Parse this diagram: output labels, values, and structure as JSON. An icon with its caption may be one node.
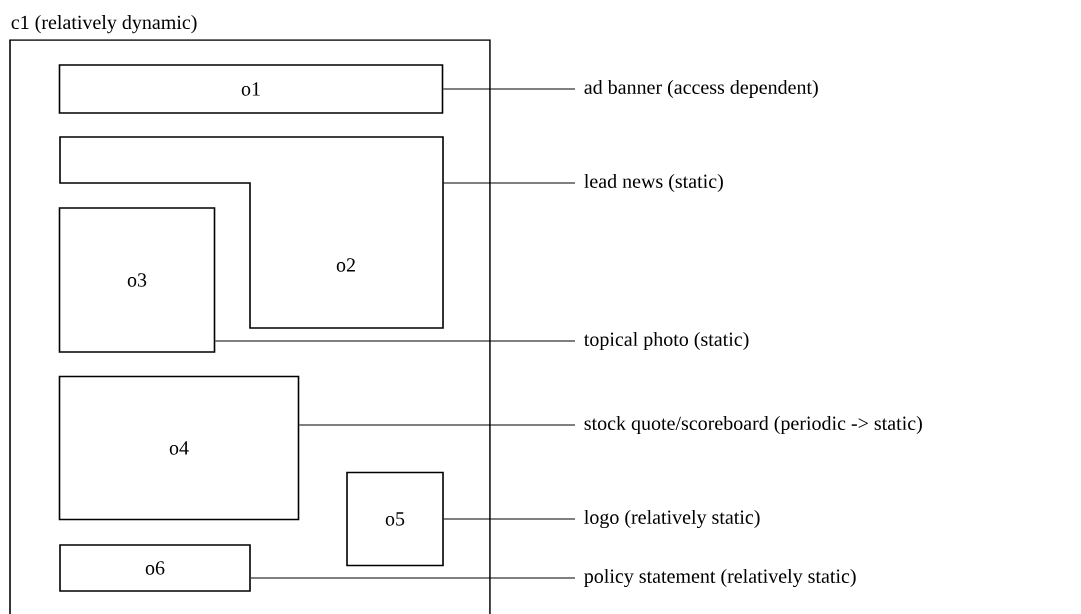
{
  "diagram": {
    "nodes": [
      {
        "text": [
          "c1 (relatively dynamic)"
        ]
      },
      {
        "text": [
          "o1"
        ],
        "in": 0
      },
      {
        "text": [
          "o2"
        ],
        "in": 0
      },
      {
        "text": [
          "o3"
        ],
        "in": 0
      },
      {
        "text": [
          "o4"
        ],
        "in": 0
      },
      {
        "text": [
          "o5"
        ],
        "in": 0
      },
      {
        "text": [
          "o6"
        ],
        "in": 0
      },
      {
        "text": [
          "ad banner (access dependent)"
        ]
      },
      {
        "text": [
          "lead news (static)"
        ]
      },
      {
        "text": [
          "topical photo (static)"
        ]
      },
      {
        "text": [
          "stock quote/scoreboard (periodic -> static)"
        ]
      },
      {
        "text": [
          "logo (relatively static)"
        ]
      },
      {
        "text": [
          "policy statement (relatively static)"
        ]
      }
    ],
    "edges": [
      {
        "from": 1,
        "to": 7,
        "arrow": "none"
      },
      {
        "from": 2,
        "to": 8,
        "arrow": "none"
      },
      {
        "from": 3,
        "to": 9,
        "arrow": "none"
      },
      {
        "from": 4,
        "to": 10,
        "arrow": "none"
      },
      {
        "from": 5,
        "to": 11,
        "arrow": "none"
      },
      {
        "from": 6,
        "to": 12,
        "arrow": "none"
      }
    ]
  }
}
